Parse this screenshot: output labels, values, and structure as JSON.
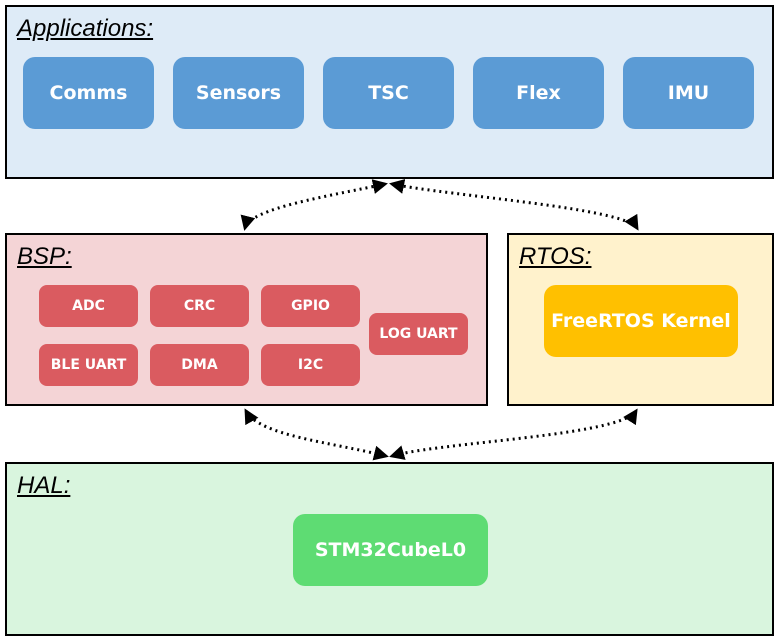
{
  "colors": {
    "app_bg": "#DEEBF7",
    "app_block": "#5B9BD5",
    "bsp_bg": "#F4D4D6",
    "bsp_block": "#DA5B60",
    "rtos_bg": "#FFF2CC",
    "rtos_block": "#FFC000",
    "hal_bg": "#D9F5DE",
    "hal_block": "#5EDC73",
    "arrow": "#000000"
  },
  "applications": {
    "title": "Applications:",
    "blocks": [
      "Comms",
      "Sensors",
      "TSC",
      "Flex",
      "IMU"
    ]
  },
  "bsp": {
    "title": "BSP:",
    "blocks": [
      "ADC",
      "CRC",
      "GPIO",
      "BLE UART",
      "DMA",
      "I2C",
      "LOG UART"
    ]
  },
  "rtos": {
    "title": "RTOS:",
    "block": "FreeRTOS Kernel"
  },
  "hal": {
    "title": "HAL:",
    "block": "STM32CubeL0"
  }
}
